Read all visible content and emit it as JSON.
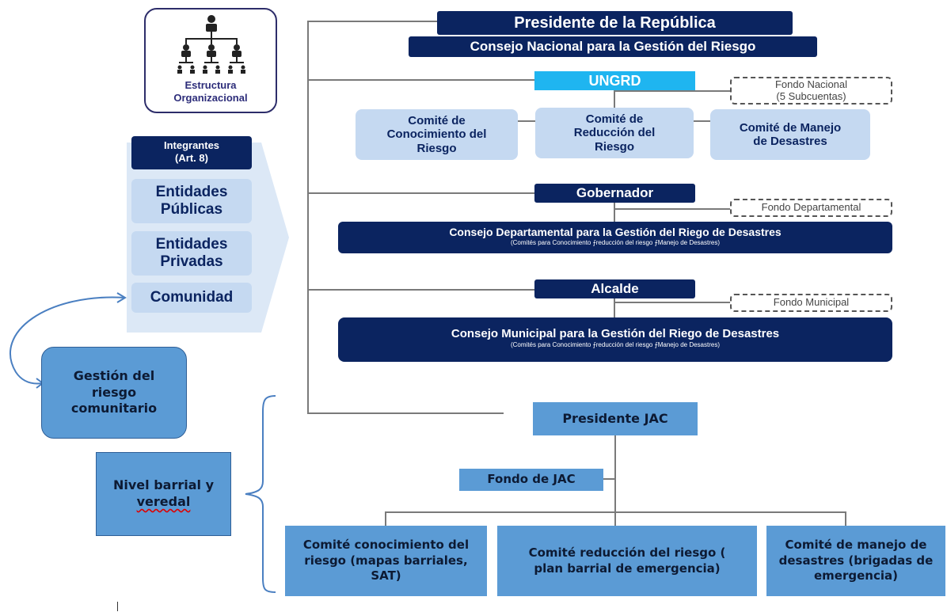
{
  "org_icon": {
    "label_1": "Estructura",
    "label_2": "Organizacional",
    "icon": "org-chart-icon"
  },
  "integrantes": {
    "header_1": "Integrantes",
    "header_2": "(Art. 8)",
    "items": [
      {
        "line1": "Entidades",
        "line2": "Públicas"
      },
      {
        "line1": "Entidades",
        "line2": "Privadas"
      },
      {
        "line1": "Comunidad",
        "line2": ""
      }
    ]
  },
  "national": {
    "presidente": "Presidente de la República",
    "consejo": "Consejo Nacional para la Gestión del Riesgo",
    "ungrd": "UNGRD",
    "fondo_1": "Fondo Nacional",
    "fondo_2": "(5 Subcuentas)",
    "comites": [
      {
        "l1": "Comité de",
        "l2": "Conocimiento del",
        "l3": "Riesgo"
      },
      {
        "l1": "Comité de",
        "l2": "Reducción del",
        "l3": "Riesgo"
      },
      {
        "l1": "Comité de Manejo",
        "l2": "de Desastres",
        "l3": ""
      }
    ]
  },
  "departamental": {
    "gobernador": "Gobernador",
    "fondo": "Fondo Departamental",
    "consejo": "Consejo Departamental para la Gestión del Riego de Desastres",
    "sub": "(Comités para Conocimiento ⨍reducción del riesgo ⨍Manejo de Desastres)"
  },
  "municipal": {
    "alcalde": "Alcalde",
    "fondo": "Fondo Municipal",
    "consejo": "Consejo Municipal para la Gestión del Riego de Desastres",
    "sub": "(Comités para Conocimiento ⨍reducción del riesgo ⨍Manejo de Desastres)"
  },
  "comunitario": {
    "gestion_1": "Gestión del",
    "gestion_2": "riesgo",
    "gestion_3": "comunitario",
    "nivel_1": "Nivel barrial  y",
    "nivel_2": "veredal",
    "presidente_jac": "Presidente JAC",
    "fondo_jac": "Fondo de JAC",
    "comites": [
      {
        "l1": "Comité conocimiento del",
        "l2": "riesgo (mapas barriales,",
        "l3": "SAT)"
      },
      {
        "l1": "Comité reducción del riesgo (",
        "l2": "plan barrial de emergencia)",
        "l3": ""
      },
      {
        "l1": "Comité de manejo de",
        "l2": "desastres (brigadas de",
        "l3": "emergencia)"
      }
    ]
  }
}
